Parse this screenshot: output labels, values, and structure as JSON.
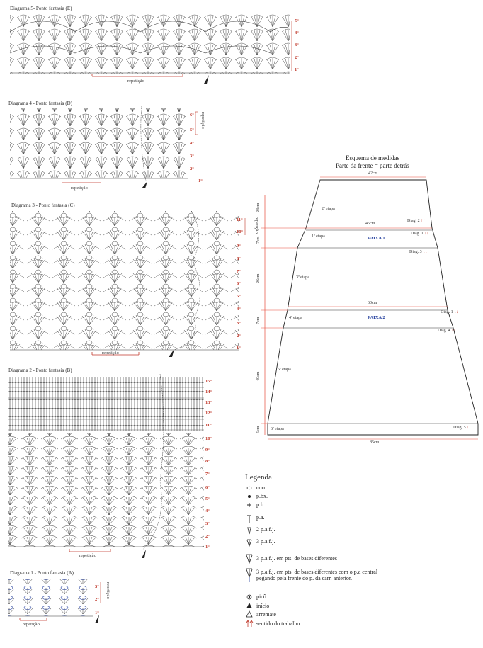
{
  "diagrams": [
    {
      "id": "E",
      "title": "Diagrama 5- Ponto fantasia (E)",
      "rows": [
        "5°",
        "4°",
        "3°",
        "2°",
        "1°"
      ],
      "repeat": "repetição"
    },
    {
      "id": "D",
      "title": "Diagrama 4 - Ponto fantasia (D)",
      "rows": [
        "6°",
        "5°",
        "4°",
        "3°",
        "2°",
        "1°"
      ],
      "repeat": "repetição",
      "side_repeat": "repetição"
    },
    {
      "id": "C",
      "title": "Diagrama 3 - Ponto fantasia (C)",
      "rows": [
        "11°",
        "10°",
        "9°",
        "8°",
        "7°",
        "6°",
        "5°",
        "4°",
        "3°",
        "2°",
        "1°"
      ],
      "repeat": "repetição",
      "side_repeat": "repetição"
    },
    {
      "id": "B",
      "title": "Diagrama 2 - Ponto fantasia (B)",
      "rows": [
        "15°",
        "14°",
        "13°",
        "12°",
        "11°",
        "10°",
        "9°",
        "8°",
        "7°",
        "6°",
        "5°",
        "4°",
        "3°",
        "2°",
        "1°"
      ],
      "repeat": "repetição"
    },
    {
      "id": "A",
      "title": "Diagrama 1 - Ponto fantasia (A)",
      "rows": [
        "3°",
        "2°",
        "1°"
      ],
      "repeat": "repetição",
      "side_repeat": "repetição"
    }
  ],
  "schema": {
    "title": "Esquema de medidas",
    "subtitle": "Parte da frente = parte detrás",
    "top_width": "42cm",
    "width_45": "45cm",
    "width_60": "60cm",
    "bottom_width": "85cm",
    "heights": [
      "28cm",
      "7cm",
      "26cm",
      "7cm",
      "40cm",
      "5cm"
    ],
    "stages": [
      "2ª etapa",
      "1ª etapa",
      "3ª etapa",
      "4ª etapa",
      "5ª etapa",
      "6ª etapa"
    ],
    "bands": [
      "FAIXA 1",
      "FAIXA 2"
    ],
    "diag_refs": [
      "Diag. 2",
      "Diag. 1",
      "Diag. 3",
      "Diag. 1",
      "Diag. 4",
      "Diag. 5"
    ]
  },
  "legend": {
    "title": "Legenda",
    "items": [
      "corr.",
      "p.bx.",
      "p.b.",
      "p.a.",
      "2 p.a.f.j.",
      "3 p.a.f.j.",
      "3 p.a.f.j. em pts. de bases diferentes",
      "3 p.a.f.j. em pts. de bases diferentes com o p.a central pegando pela frente do p. da carr. anterior.",
      "picô",
      "início",
      "arremate",
      "sentido do trabalho"
    ]
  },
  "colors": {
    "rows": "#c0392b",
    "bands": "#1f3b9b",
    "lines": "#e74c3c",
    "ink": "#333333"
  }
}
